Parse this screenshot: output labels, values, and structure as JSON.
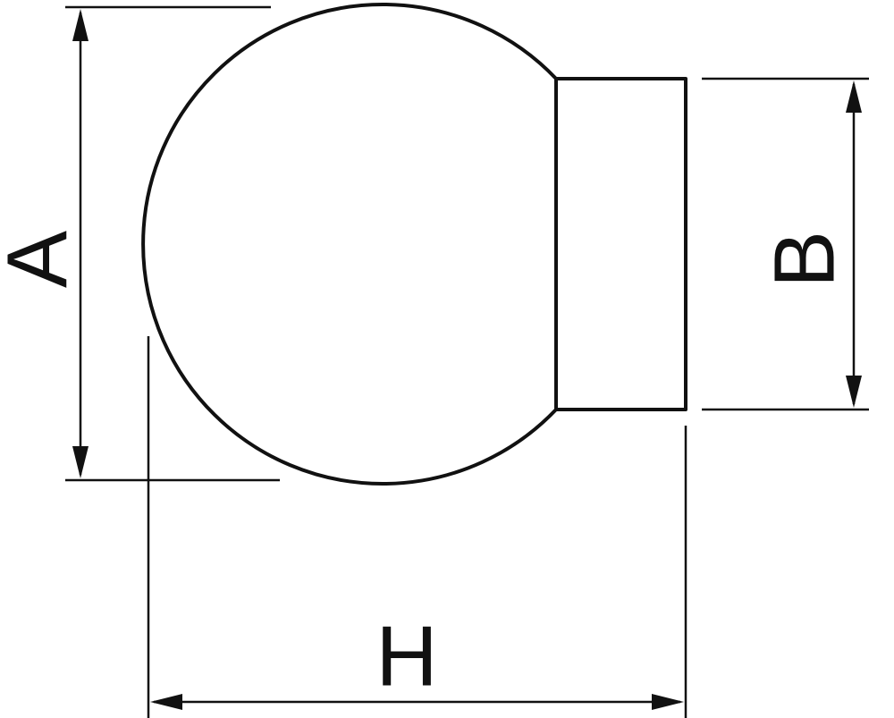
{
  "diagram": {
    "labels": {
      "a": "A",
      "b": "B",
      "h": "H"
    },
    "colors": {
      "line": "#111111",
      "background": "#ffffff"
    }
  }
}
